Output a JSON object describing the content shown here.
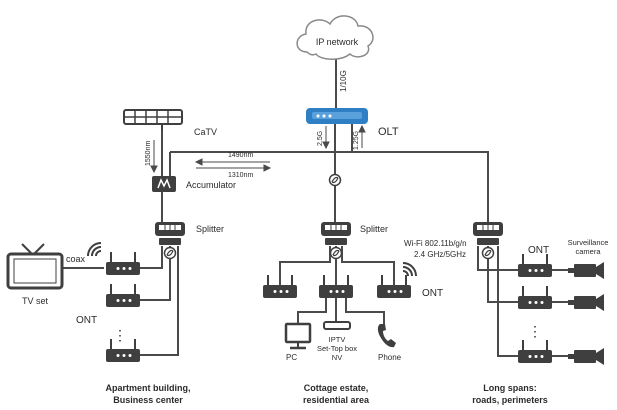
{
  "labels": {
    "ip_network": "IP network",
    "uplink_speed": "1/10G",
    "olt": "OLT",
    "port_speed_a": "2.5G",
    "port_speed_b": "1.25G",
    "catv": "CaTV",
    "wl_1550": "1550nm",
    "wl_1490": "1490nm",
    "wl_1310": "1310nm",
    "accumulator": "Accumulator",
    "splitter_left": "Splitter",
    "splitter_mid": "Splitter",
    "coax": "coax",
    "tv_set": "TV set",
    "ont_left": "ONT",
    "ont_mid": "ONT",
    "ont_right": "ONT",
    "wifi_line1": "Wi-Fi 802.11b/g/n",
    "wifi_line2": "2.4 GHz/5GHz",
    "pc": "PC",
    "iptv_line1": "IPTV",
    "iptv_line2": "Set-Top box",
    "iptv_line3": "NV",
    "phone": "Phone",
    "camera_line1": "Surveillance",
    "camera_line2": "camera",
    "caption_left_1": "Apartment building,",
    "caption_left_2": "Business center",
    "caption_mid_1": "Cottage estate,",
    "caption_mid_2": "residential area",
    "caption_right_1": "Long spans:",
    "caption_right_2": "roads, perimeters",
    "ellipsis": "⋮"
  },
  "colors": {
    "line": "#4a4a4a",
    "device": "#3f3f3f",
    "olt_accent": "#2f7fc4",
    "cloud_stroke": "#8a8a8a",
    "text": "#2b2b2b"
  }
}
